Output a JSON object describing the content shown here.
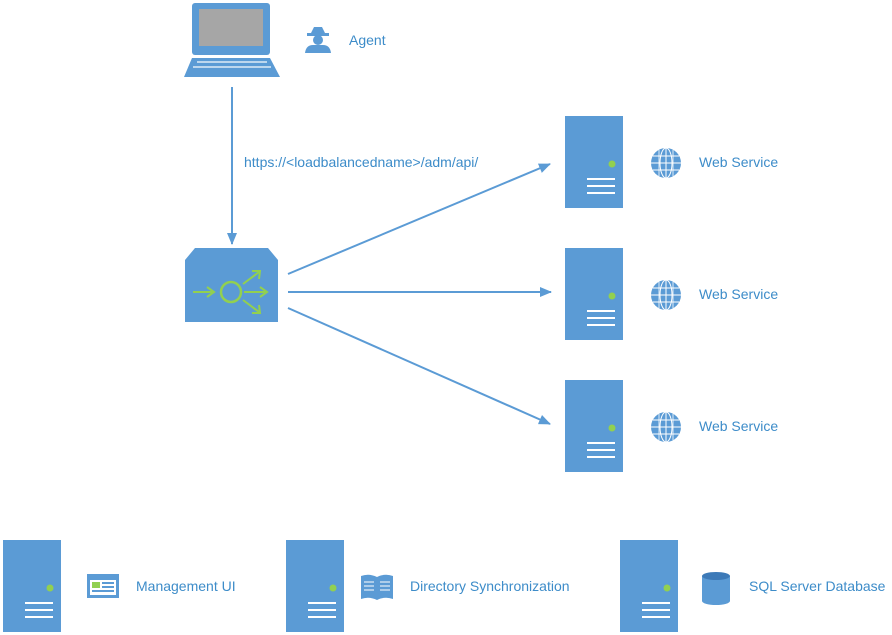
{
  "colors": {
    "primary": "#5b9bd5",
    "dark": "#3d7ab8",
    "screen": "#a6a6a6",
    "accent": "#92d050",
    "text": "#3d8cc9",
    "white": "#ffffff"
  },
  "agent": {
    "label": "Agent",
    "device_icon": "laptop-icon",
    "person_icon": "spy-agent-icon"
  },
  "connection": {
    "url_label": "https://<loadbalancedname>/adm/api/"
  },
  "load_balancer": {
    "icon": "load-balancer-icon"
  },
  "web_services": [
    {
      "label": "Web Service",
      "icon": "globe-icon"
    },
    {
      "label": "Web Service",
      "icon": "globe-icon"
    },
    {
      "label": "Web Service",
      "icon": "globe-icon"
    }
  ],
  "backend_servers": [
    {
      "label": "Management UI",
      "icon": "web-window-icon"
    },
    {
      "label": "Directory Synchronization",
      "icon": "book-icon"
    },
    {
      "label": "SQL Server Database",
      "icon": "database-icon"
    }
  ]
}
